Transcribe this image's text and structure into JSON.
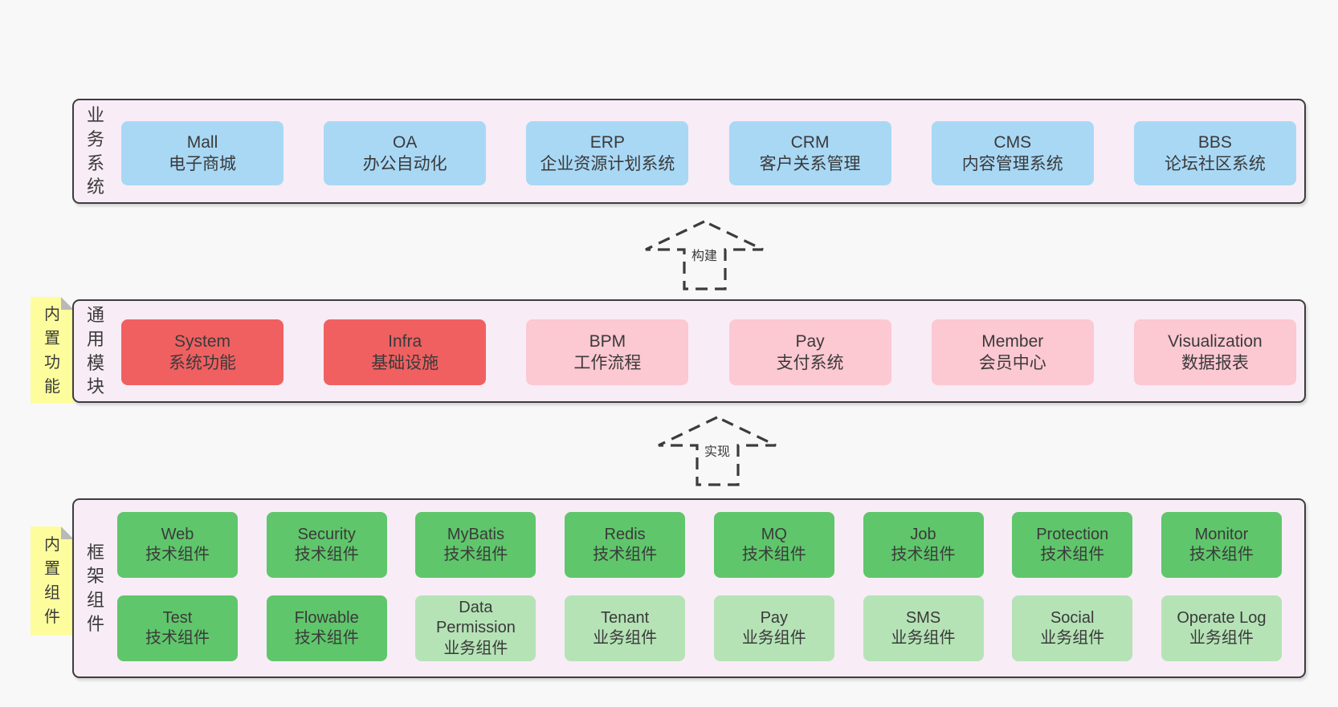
{
  "page": {
    "background": "#f8f8f8"
  },
  "colors": {
    "panel_fill": "#f8ecf6",
    "panel_border": "#3d3d3d",
    "blue": "#a9d8f5",
    "red": "#f06061",
    "pink": "#fcc8d2",
    "green": "#5fc66b",
    "light_green": "#b5e3b6",
    "sticky_yellow": "#fdfd9e",
    "text": "#3a3a3a"
  },
  "panels": {
    "business": {
      "label": "业务系统",
      "boxes": [
        {
          "title": "Mall",
          "subtitle": "电子商城"
        },
        {
          "title": "OA",
          "subtitle": "办公自动化"
        },
        {
          "title": "ERP",
          "subtitle": "企业资源计划系统"
        },
        {
          "title": "CRM",
          "subtitle": "客户关系管理"
        },
        {
          "title": "CMS",
          "subtitle": "内容管理系统"
        },
        {
          "title": "BBS",
          "subtitle": "论坛社区系统"
        }
      ]
    },
    "modules": {
      "label": "通用模块",
      "sticky": "内置功能",
      "boxes": [
        {
          "title": "System",
          "subtitle": "系统功能"
        },
        {
          "title": "Infra",
          "subtitle": "基础设施"
        },
        {
          "title": "BPM",
          "subtitle": "工作流程"
        },
        {
          "title": "Pay",
          "subtitle": "支付系统"
        },
        {
          "title": "Member",
          "subtitle": "会员中心"
        },
        {
          "title": "Visualization",
          "subtitle": "数据报表"
        }
      ]
    },
    "framework": {
      "label": "框架组件",
      "sticky": "内置组件",
      "row1": [
        {
          "title": "Web",
          "subtitle": "技术组件"
        },
        {
          "title": "Security",
          "subtitle": "技术组件"
        },
        {
          "title": "MyBatis",
          "subtitle": "技术组件"
        },
        {
          "title": "Redis",
          "subtitle": "技术组件"
        },
        {
          "title": "MQ",
          "subtitle": "技术组件"
        },
        {
          "title": "Job",
          "subtitle": "技术组件"
        },
        {
          "title": "Protection",
          "subtitle": "技术组件"
        },
        {
          "title": "Monitor",
          "subtitle": "技术组件"
        }
      ],
      "row2": [
        {
          "title": "Test",
          "subtitle": "技术组件"
        },
        {
          "title": "Flowable",
          "subtitle": "技术组件"
        },
        {
          "title": "Data Permission",
          "subtitle": "业务组件"
        },
        {
          "title": "Tenant",
          "subtitle": "业务组件"
        },
        {
          "title": "Pay",
          "subtitle": "业务组件"
        },
        {
          "title": "SMS",
          "subtitle": "业务组件"
        },
        {
          "title": "Social",
          "subtitle": "业务组件"
        },
        {
          "title": "Operate Log",
          "subtitle": "业务组件"
        }
      ]
    }
  },
  "arrows": {
    "build": {
      "label": "构建"
    },
    "implement": {
      "label": "实现"
    }
  }
}
